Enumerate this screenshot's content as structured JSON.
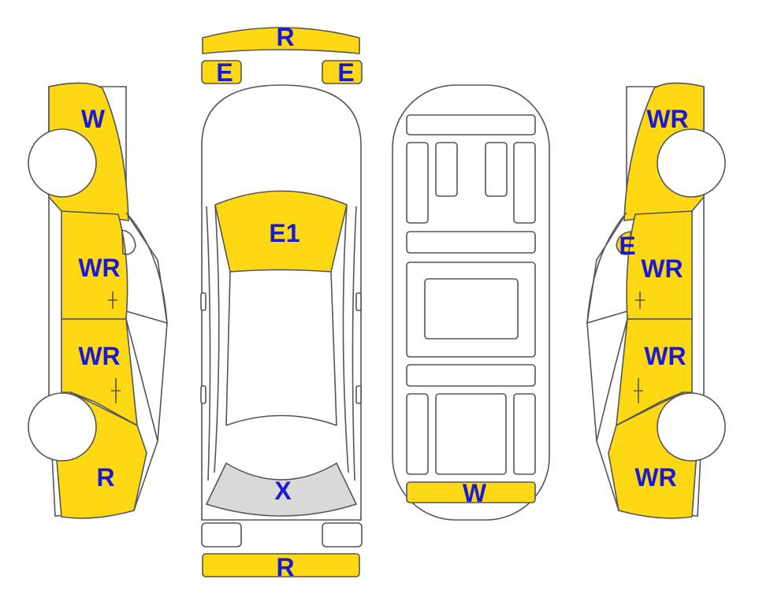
{
  "colors": {
    "damaged": "#ffd814",
    "grey_zone": "#d9d9d9",
    "label": "#1a1ad4",
    "outline": "#555555"
  },
  "labels": {
    "front_bumper": "R",
    "headlight_left": "E",
    "headlight_right": "E",
    "windshield": "E1",
    "trunk_lid": "X",
    "rear_bumper": "R",
    "underbody_rear": "W",
    "left_front_fender": "W",
    "left_front_door": "WR",
    "left_rear_door": "WR",
    "left_rear_quarter": "R",
    "right_front_fender": "WR",
    "right_mirror": "E",
    "right_front_door": "WR",
    "right_rear_door": "WR",
    "right_rear_quarter": "WR"
  }
}
